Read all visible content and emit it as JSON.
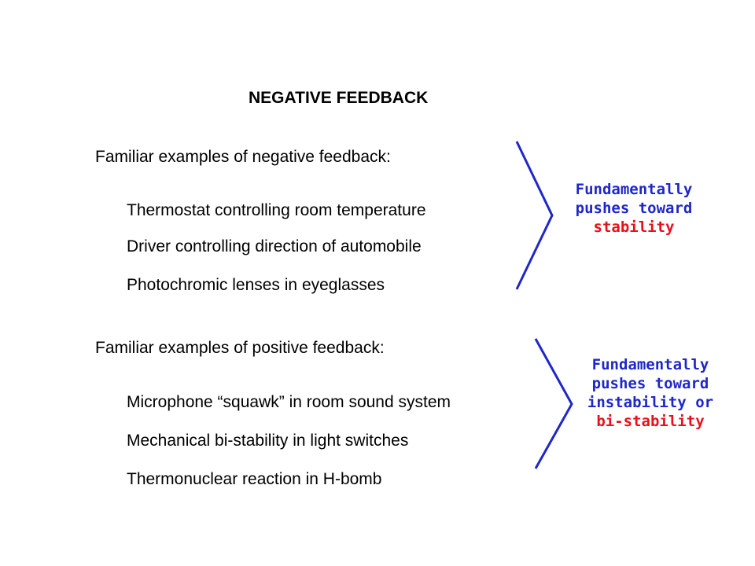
{
  "title": "NEGATIVE FEEDBACK",
  "negative": {
    "heading": "Familiar examples of negative feedback:",
    "items": [
      "Thermostat controlling room temperature",
      "Driver controlling direction of automobile",
      "Photochromic lenses in eyeglasses"
    ],
    "callout": {
      "line1": "Fundamentally",
      "line2": "pushes toward",
      "line3": "stability"
    }
  },
  "positive": {
    "heading": "Familiar examples of positive feedback:",
    "items": [
      "Microphone “squawk” in room sound system",
      "Mechanical bi-stability in light switches",
      "Thermonuclear reaction in H-bomb"
    ],
    "callout": {
      "line1": "Fundamentally",
      "line2": "pushes toward",
      "line3": "instability or",
      "line4": "bi-stability"
    }
  },
  "colors": {
    "accent_blue": "#1f27c9",
    "accent_red": "#e8101a"
  }
}
